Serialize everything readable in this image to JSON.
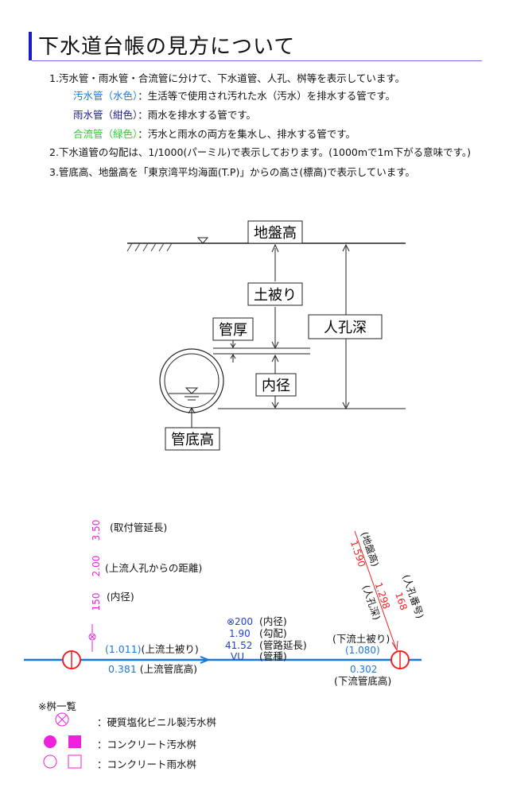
{
  "title": "下水道台帳の見方について",
  "notes": {
    "n1": "1.汚水管・雨水管・合流管に分けて、下水道管、人孔、桝等を表示しています。",
    "sewage_name": "汚水管（水色）",
    "sewage_desc": "：生活等で使用され汚れた水（汚水）を排水する管です。",
    "rain_name": "雨水管（紺色）",
    "rain_desc": "：雨水を排水する管です。",
    "combined_name": "合流管（緑色）",
    "combined_desc": "：汚水と雨水の両方を集水し、排水する管です。",
    "n2": "2.下水道管の勾配は、1/1000(パーミル)で表示しております。(1000mで1m下がる意味です。)",
    "n3": "3.管底高、地盤高を「東京湾平均海面(T.P)」からの高さ(標高)で表示しています。"
  },
  "diagram": {
    "ground_height": "地盤高",
    "earth_cover": "土被り",
    "manhole_depth": "人孔深",
    "pipe_thickness": "管厚",
    "inner_diameter": "内径",
    "pipe_bottom": "管底高"
  },
  "plan": {
    "attach_len_value": "3.50",
    "attach_len_label": "(取付管延長)",
    "dist_value": "2.00",
    "dist_label": "(上流人孔からの距離)",
    "diam_value": "150",
    "diam_label": "(内径)",
    "up_cover": "(1.011)(上流土被り)",
    "up_bottom": "0.381 (上流管底高)",
    "pipe_diam": "⊗200",
    "pipe_diam_label": "(内径)",
    "slope": "1.90",
    "slope_label": "(勾配)",
    "length": "41.52",
    "length_label": "(管路延長)",
    "material": "VU",
    "material_label": "(管種)",
    "down_cover_label": "(下流土被り)",
    "down_cover": "(1.080)",
    "down_bottom": "0.302",
    "down_bottom_label": "(下流管底高)",
    "ground_label": "(地盤高)",
    "ground_value": "1.590",
    "mh_no_label": "(人孔番号)",
    "mh_no_value": "168",
    "mh_depth_label": "(人孔深)",
    "mh_depth_value": "1.298"
  },
  "legend": {
    "header": "※桝一覧",
    "pvc": "：硬質塩化ビニル製汚水桝",
    "concrete_sewage": "：コンクリート汚水桝",
    "concrete_rain": "：コンクリート雨水桝"
  },
  "colors": {
    "sewage": "#1a78d8",
    "rain": "#1c1c8c",
    "combined": "#2ecc2e",
    "magenta": "#ee22dd",
    "red": "#ee2222"
  }
}
